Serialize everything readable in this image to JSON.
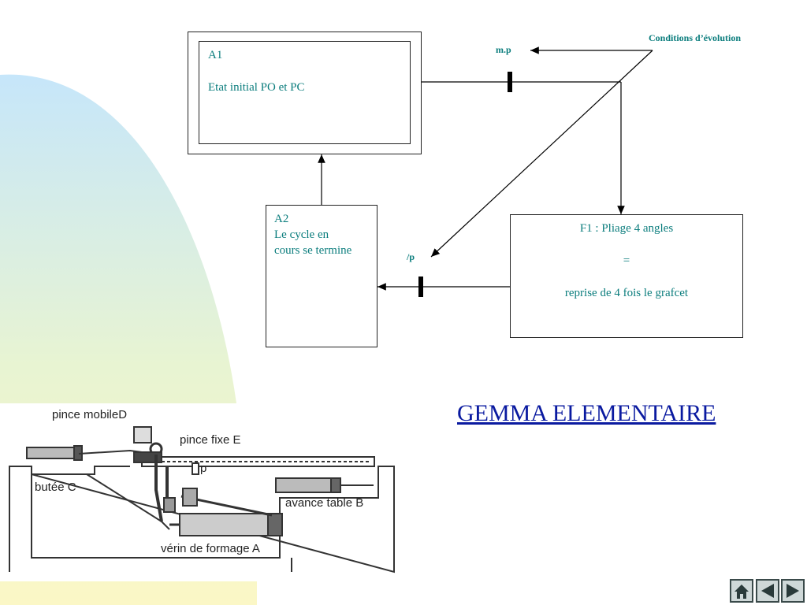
{
  "diagram": {
    "a1_box": {
      "title": "A1",
      "body": "Etat initial PO et PC"
    },
    "a2_box": {
      "title": "A2",
      "body": "Le cycle en\ncours se termine"
    },
    "f1_box": {
      "line1": "F1 : Pliage 4 angles",
      "line2": "=",
      "line3": "reprise de 4 fois le grafcet"
    },
    "conditions_label": "Conditions d’évolution",
    "mp_label": "m.p",
    "notp_label": "/p"
  },
  "title": "GEMMA ELEMENTAIRE",
  "figure": {
    "labels": {
      "pince_mobile": "pince mobileD",
      "pince_fixe": "pince fixe E",
      "p": "p",
      "butee": "butée C",
      "avance_table": "avance table B",
      "verin": "vérin de formage A"
    }
  },
  "nav": {
    "home_icon": "home-icon",
    "prev_icon": "previous-slide-icon",
    "next_icon": "next-slide-icon"
  },
  "colors": {
    "accent": "#0b7d7d",
    "title": "#0a1aa0"
  }
}
